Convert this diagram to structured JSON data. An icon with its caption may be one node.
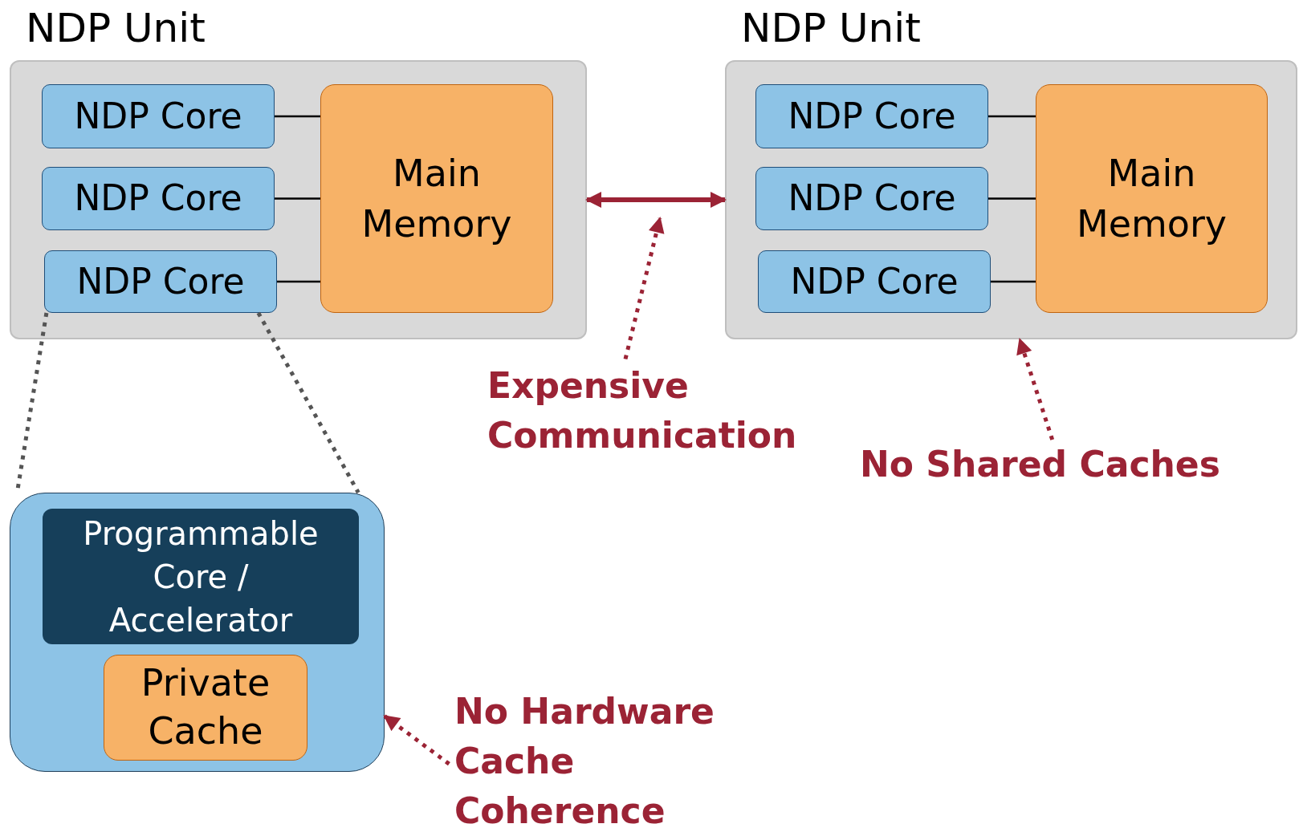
{
  "diagram": {
    "nodes": [
      {
        "text": [
          "NDP Unit"
        ]
      },
      {
        "text": [
          "NDP Core"
        ],
        "in": 0
      },
      {
        "text": [
          "NDP Core"
        ],
        "in": 0
      },
      {
        "text": [
          "NDP Core"
        ],
        "in": 0
      },
      {
        "text": [
          "Main Memory"
        ],
        "in": 0
      },
      {
        "text": [
          "NDP Unit"
        ]
      },
      {
        "text": [
          "NDP Core"
        ],
        "in": 5
      },
      {
        "text": [
          "NDP Core"
        ],
        "in": 5
      },
      {
        "text": [
          "NDP Core"
        ],
        "in": 5
      },
      {
        "text": [
          "Main Memory"
        ],
        "in": 5
      },
      {
        "text": [],
        "shape": "box"
      },
      {
        "text": [
          "Programmable Core / Accelerator"
        ],
        "in": 10
      },
      {
        "text": [
          "Private Cache"
        ],
        "in": 10
      },
      {
        "text": [
          "Expensive Communication"
        ]
      },
      {
        "text": [
          "No Shared Caches"
        ]
      },
      {
        "text": [
          "No Hardware Cache Coherence"
        ]
      }
    ],
    "edges": [
      {
        "from": 1,
        "to": 4,
        "arrow": "none"
      },
      {
        "from": 2,
        "to": 4,
        "arrow": "none"
      },
      {
        "from": 3,
        "to": 4,
        "arrow": "none"
      },
      {
        "from": 6,
        "to": 9,
        "arrow": "none"
      },
      {
        "from": 7,
        "to": 9,
        "arrow": "none"
      },
      {
        "from": 8,
        "to": 9,
        "arrow": "none"
      },
      {
        "from": 0,
        "to": 5,
        "arrow": "both",
        "style": "thick",
        "color": "#9b2335"
      },
      {
        "from": 13,
        "to": null,
        "arrow": "to",
        "style": "dashed",
        "color": "#9b2335"
      },
      {
        "from": 14,
        "to": 5,
        "arrow": "to",
        "style": "dashed",
        "color": "#9b2335"
      },
      {
        "from": 15,
        "to": 10,
        "arrow": "to",
        "style": "dashed",
        "color": "#9b2335"
      },
      {
        "from": 3,
        "to": 10,
        "arrow": "none",
        "style": "dashed",
        "color": "#555555"
      },
      {
        "from": 3,
        "to": 10,
        "arrow": "none",
        "style": "dashed",
        "color": "#555555"
      }
    ]
  }
}
